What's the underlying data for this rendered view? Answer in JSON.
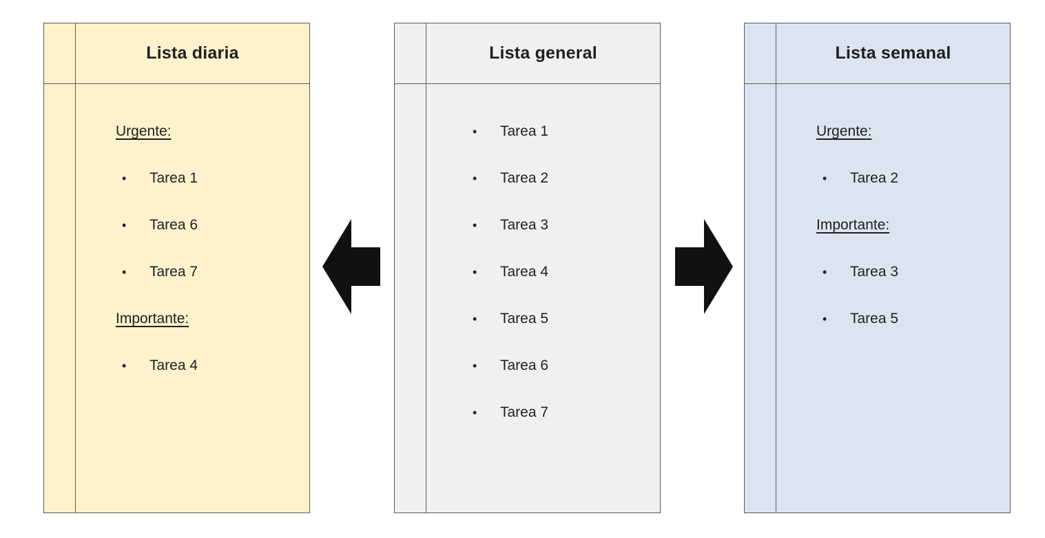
{
  "diagram": {
    "border_color": "#595959",
    "arrow_color": "#111111",
    "panels": [
      {
        "id": "daily",
        "title": "Lista diaria",
        "bg_color": "#fdf2cc",
        "sections": [
          {
            "heading": "Urgente:",
            "items": [
              "Tarea 1",
              "Tarea 6",
              "Tarea 7"
            ]
          },
          {
            "heading": "Importante:",
            "items": [
              "Tarea 4"
            ]
          }
        ]
      },
      {
        "id": "general",
        "title": "Lista general",
        "bg_color": "#f0f0f0",
        "items": [
          "Tarea 1",
          "Tarea 2",
          "Tarea 3",
          "Tarea 4",
          "Tarea 5",
          "Tarea 6",
          "Tarea 7"
        ]
      },
      {
        "id": "weekly",
        "title": "Lista semanal",
        "bg_color": "#dbe5f1",
        "sections": [
          {
            "heading": "Urgente:",
            "items": [
              "Tarea 2"
            ]
          },
          {
            "heading": "Importante:",
            "items": [
              "Tarea 3",
              "Tarea 5"
            ]
          }
        ]
      }
    ],
    "arrows": [
      {
        "direction": "left"
      },
      {
        "direction": "right"
      }
    ]
  }
}
